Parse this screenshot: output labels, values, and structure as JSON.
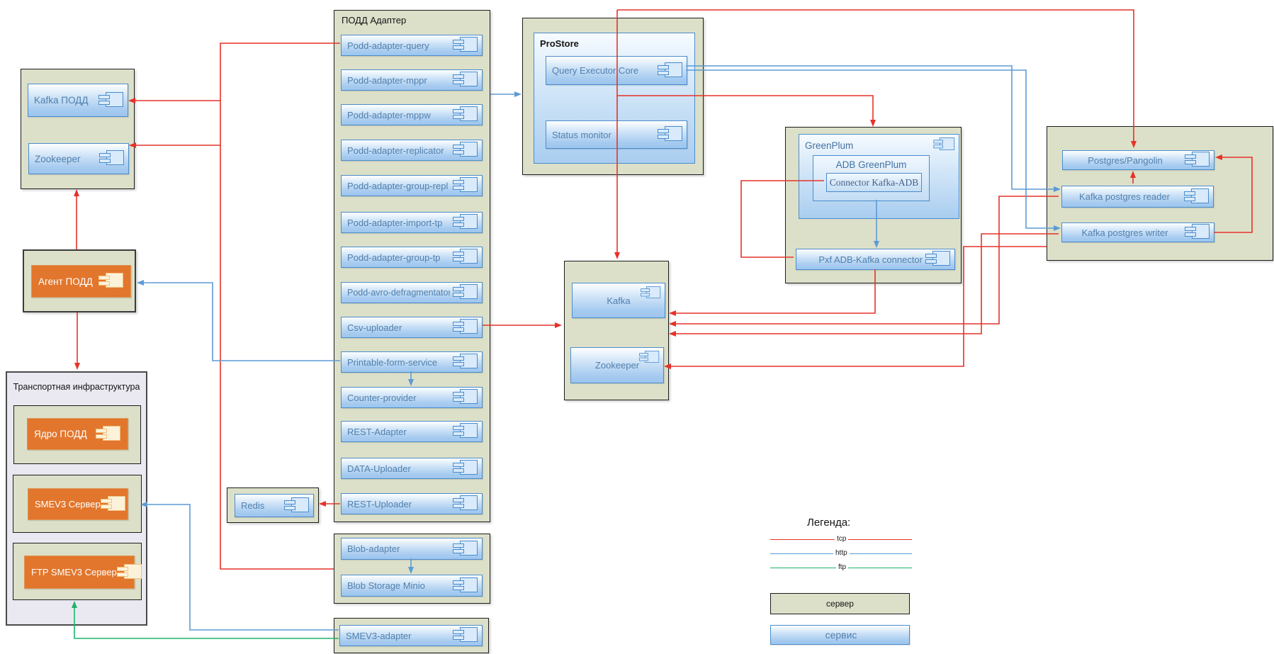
{
  "podd_adapter": {
    "title": "ПОДД Адаптер",
    "services": [
      {
        "label": "Podd-adapter-query"
      },
      {
        "label": "Podd-adapter-mppr"
      },
      {
        "label": "Podd-adapter-mppw"
      },
      {
        "label": "Podd-adapter-replicator"
      },
      {
        "label": "Podd-adapter-group-repl"
      },
      {
        "label": "Podd-adapter-import-tp"
      },
      {
        "label": "Podd-adapter-group-tp"
      },
      {
        "label": "Podd-avro-defragmentator"
      },
      {
        "label": "Csv-uploader"
      },
      {
        "label": "Printable-form-service"
      },
      {
        "label": "Counter-provider"
      },
      {
        "label": "REST-Adapter"
      },
      {
        "label": "DATA-Uploader"
      },
      {
        "label": "REST-Uploader"
      }
    ]
  },
  "blob_server": {
    "services": [
      {
        "label": "Blob-adapter"
      },
      {
        "label": "Blob Storage Minio"
      }
    ]
  },
  "smev3": {
    "label": "SMEV3-adapter"
  },
  "redis": {
    "label": "Redis"
  },
  "kafka_podd_server": {
    "services": [
      {
        "label": "Kafka ПОДД"
      },
      {
        "label": "Zookeeper"
      }
    ]
  },
  "agent": {
    "label": "Агент ПОДД"
  },
  "transport": {
    "title": "Транспортная инфраструктура",
    "servers": [
      {
        "label": "Ядро ПОДД"
      },
      {
        "label": "SMEV3 Сервер"
      },
      {
        "label": "FTP SMEV3 Сервер"
      }
    ]
  },
  "prostore": {
    "title": "ProStore",
    "services": [
      {
        "label": "Query Executor Core"
      },
      {
        "label": "Status monitor"
      }
    ]
  },
  "kafka_server": {
    "services": [
      {
        "label": "Kafka"
      },
      {
        "label": "Zookeeper"
      }
    ]
  },
  "greenplum": {
    "title": "GreenPlum",
    "adb": "ADB GreenPlum",
    "connector": "Connector Kafka-ADB",
    "pxf": "Pxf ADB-Kafka connector"
  },
  "postgres_server": {
    "services": [
      {
        "label": "Postgres/Pangolin"
      },
      {
        "label": "Kafka postgres reader"
      },
      {
        "label": "Kafka postgres writer"
      }
    ]
  },
  "legend": {
    "title": "Легенда:",
    "lines": [
      {
        "label": "tcp",
        "color": "#e63229"
      },
      {
        "label": "http",
        "color": "#5b9bd5"
      },
      {
        "label": "ftp",
        "color": "#1db36b"
      }
    ],
    "boxes": [
      {
        "label": "сервер"
      },
      {
        "label": "сервис"
      }
    ]
  },
  "colors": {
    "tcp": "#e63229",
    "http": "#5b9bd5",
    "ftp": "#1db36b",
    "server_fill": "#dce0c9",
    "service_border": "#4a8ccc",
    "service_text": "#5180ad",
    "orange": "#e2762d",
    "transport_fill": "#eae9f1"
  },
  "connections": [
    {
      "from": "Podd-adapter-query",
      "to": "Kafka ПОДД",
      "protocol": "tcp"
    },
    {
      "from": "ПОДД Адаптер",
      "to": "Zookeeper (ПОДД)",
      "protocol": "tcp"
    },
    {
      "from": "ПОДД Адаптер",
      "to": "Blob-adapter сервер",
      "protocol": "tcp"
    },
    {
      "from": "REST-Uploader",
      "to": "Redis",
      "protocol": "tcp"
    },
    {
      "from": "Агент ПОДД",
      "to": "Kafka ПОДД / Zookeeper сервер",
      "protocol": "tcp"
    },
    {
      "from": "Агент ПОДД",
      "to": "Транспортная инфраструктура",
      "protocol": "tcp"
    },
    {
      "from": "Printable-form-service",
      "to": "Counter-provider",
      "protocol": "http"
    },
    {
      "from": "Printable-form-service",
      "to": "Агент ПОДД",
      "protocol": "http"
    },
    {
      "from": "ПОДД Адаптер",
      "to": "ProStore",
      "protocol": "http"
    },
    {
      "from": "Csv-uploader",
      "to": "Kafka сервер",
      "protocol": "tcp"
    },
    {
      "from": "ProStore",
      "to": "Kafka сервер",
      "protocol": "tcp"
    },
    {
      "from": "ProStore",
      "to": "GreenPlum",
      "protocol": "tcp"
    },
    {
      "from": "ProStore",
      "to": "Postgres/Pangolin",
      "protocol": "tcp"
    },
    {
      "from": "Query Executor Core",
      "to": "Kafka postgres reader",
      "protocol": "http"
    },
    {
      "from": "Query Executor Core",
      "to": "Kafka postgres writer",
      "protocol": "http"
    },
    {
      "from": "ADB GreenPlum",
      "to": "Pxf ADB-Kafka connector",
      "protocol": "http"
    },
    {
      "from": "Connector Kafka-ADB",
      "to": "Pxf ADB-Kafka connector",
      "protocol": "tcp"
    },
    {
      "from": "Pxf ADB-Kafka connector",
      "to": "Kafka",
      "protocol": "tcp"
    },
    {
      "from": "Kafka postgres reader",
      "to": "Kafka",
      "protocol": "tcp"
    },
    {
      "from": "Kafka postgres writer",
      "to": "Kafka",
      "protocol": "tcp"
    },
    {
      "from": "Postgres сервер",
      "to": "Zookeeper",
      "protocol": "tcp"
    },
    {
      "from": "Kafka postgres reader",
      "to": "Postgres/Pangolin",
      "protocol": "tcp"
    },
    {
      "from": "Kafka postgres writer",
      "to": "Postgres/Pangolin",
      "protocol": "tcp"
    },
    {
      "from": "Blob-adapter",
      "to": "Blob Storage Minio",
      "protocol": "http"
    },
    {
      "from": "SMEV3-adapter",
      "to": "SMEV3 Сервер",
      "protocol": "http"
    },
    {
      "from": "SMEV3-adapter",
      "to": "FTP SMEV3 Сервер",
      "protocol": "ftp"
    }
  ]
}
